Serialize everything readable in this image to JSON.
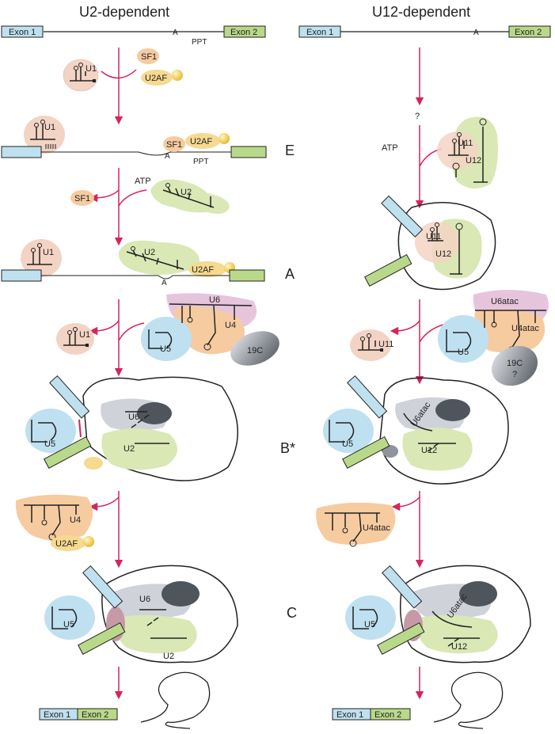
{
  "columns": {
    "left_title": "U2-dependent",
    "right_title": "U12-dependent"
  },
  "pre_mrna": {
    "exon1": "Exon 1",
    "exon2": "Exon 2",
    "branch_a": "A",
    "ppt": "PPT"
  },
  "factors": {
    "u1": "U1",
    "sf1": "SF1",
    "u2af": "U2AF",
    "u2": "U2",
    "u4": "U4",
    "u5": "U5",
    "u6": "U6",
    "c19": "19C",
    "u11": "U11",
    "u12": "U12",
    "u4atac": "U4atac",
    "u6atac": "U6atac",
    "atp": "ATP",
    "question": "?"
  },
  "stages": {
    "e": "E",
    "a": "A",
    "bstar": "B*",
    "c": "C"
  },
  "colors": {
    "exon1": "#bfe0ee",
    "exon2": "#b9d98a",
    "arrow": "#d6245a",
    "u1_blob": "#f3d3c4",
    "u2af_blob": "#f7d98f",
    "u2af_ball": "#f5d24a",
    "u2_blob": "#d9e8b5",
    "u4_blob": "#f6cba0",
    "u6_blob": "#e6c5dc",
    "u5_blob": "#bfe0f0",
    "c19_blob": "#8e949c"
  }
}
